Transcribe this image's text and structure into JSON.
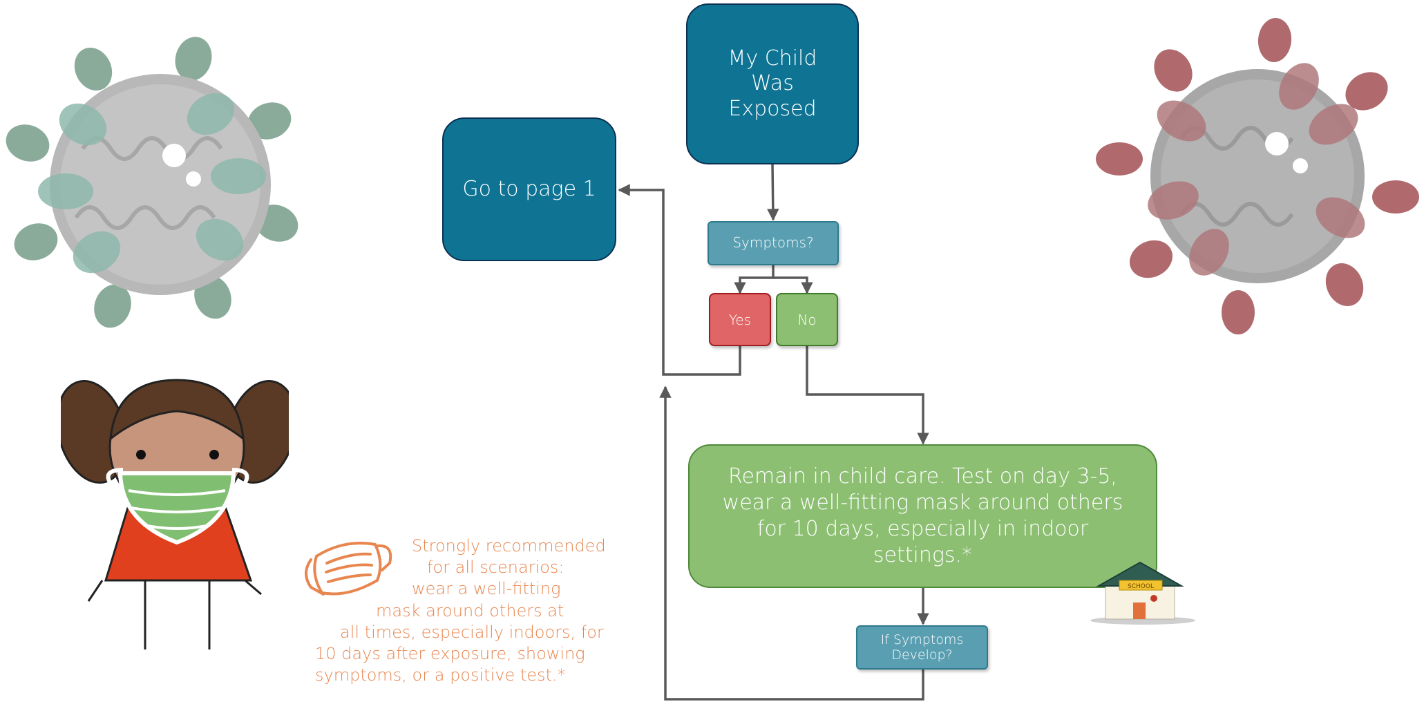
{
  "flow": {
    "start": "My Child Was Exposed",
    "goto_page": "Go to page 1",
    "question_symptoms": "Symptoms?",
    "answer_yes": "Yes",
    "answer_no": "No",
    "remain_instruction": "Remain in child care. Test on day 3-5, wear a well-fitting mask around others for 10 days, especially in indoor settings.*",
    "question_develop": "If Symptoms Develop?"
  },
  "note": {
    "lines": [
      "Strongly recommended",
      "for all scenarios:",
      "wear a well-fitting",
      "mask around others at",
      "all times, especially indoors, for",
      "10 days after exposure, showing",
      "symptoms, or a positive test.*"
    ]
  },
  "school_sign": "SCHOOL",
  "colors": {
    "dark_box": "#0f7494",
    "teal_box": "#5a9fb1",
    "yes_box": "#e06566",
    "no_box": "#8dbf73",
    "note_text": "#e8864f",
    "arrow": "#595959"
  },
  "icons": [
    "virus-green-icon",
    "virus-red-icon",
    "child-with-mask-icon",
    "face-mask-icon",
    "school-building-icon"
  ]
}
